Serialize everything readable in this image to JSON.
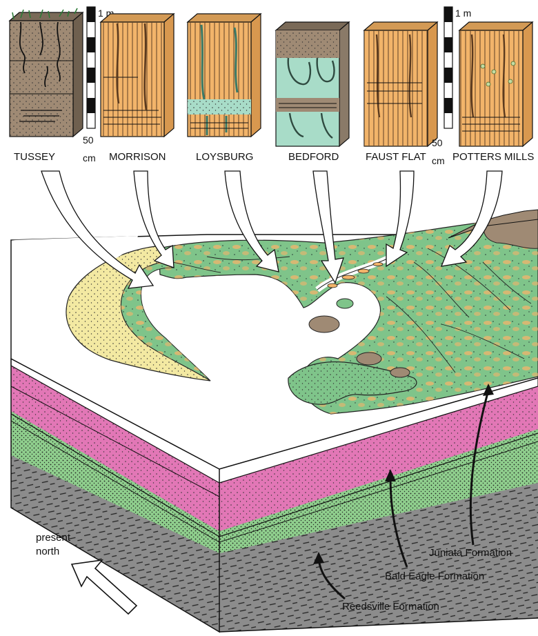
{
  "sites": [
    {
      "id": "tussey",
      "name": "TUSSEY"
    },
    {
      "id": "morrison",
      "name": "MORRISON"
    },
    {
      "id": "loysburg",
      "name": "LOYSBURG"
    },
    {
      "id": "bedford",
      "name": "BEDFORD"
    },
    {
      "id": "faust-flat",
      "name": "FAUST FLAT"
    },
    {
      "id": "potters-mills",
      "name": "POTTERS MILLS"
    }
  ],
  "scale_bars": [
    {
      "top": "1 m",
      "bottom_value": "50",
      "bottom_unit": "cm"
    },
    {
      "top": "1 m",
      "bottom_value": "50",
      "bottom_unit": "cm"
    }
  ],
  "north_arrow": {
    "line1": "present",
    "line2": "north"
  },
  "formations": [
    {
      "id": "juniata",
      "name": "Juniata Formation",
      "color": "#e277b6"
    },
    {
      "id": "bald-eagle",
      "name": "Bald Eagle Formation",
      "color": "#8fce8d"
    },
    {
      "id": "reedsville",
      "name": "Reedsville Formation",
      "color": "#8c8c8c"
    }
  ],
  "colors": {
    "paleosol_orange": "#f2b46a",
    "paleosol_brown": "#9f8a74",
    "gley_teal": "#a8dcc8",
    "vegetation_green": "#7fc48a",
    "sand_yellow": "#f3e9a2"
  }
}
